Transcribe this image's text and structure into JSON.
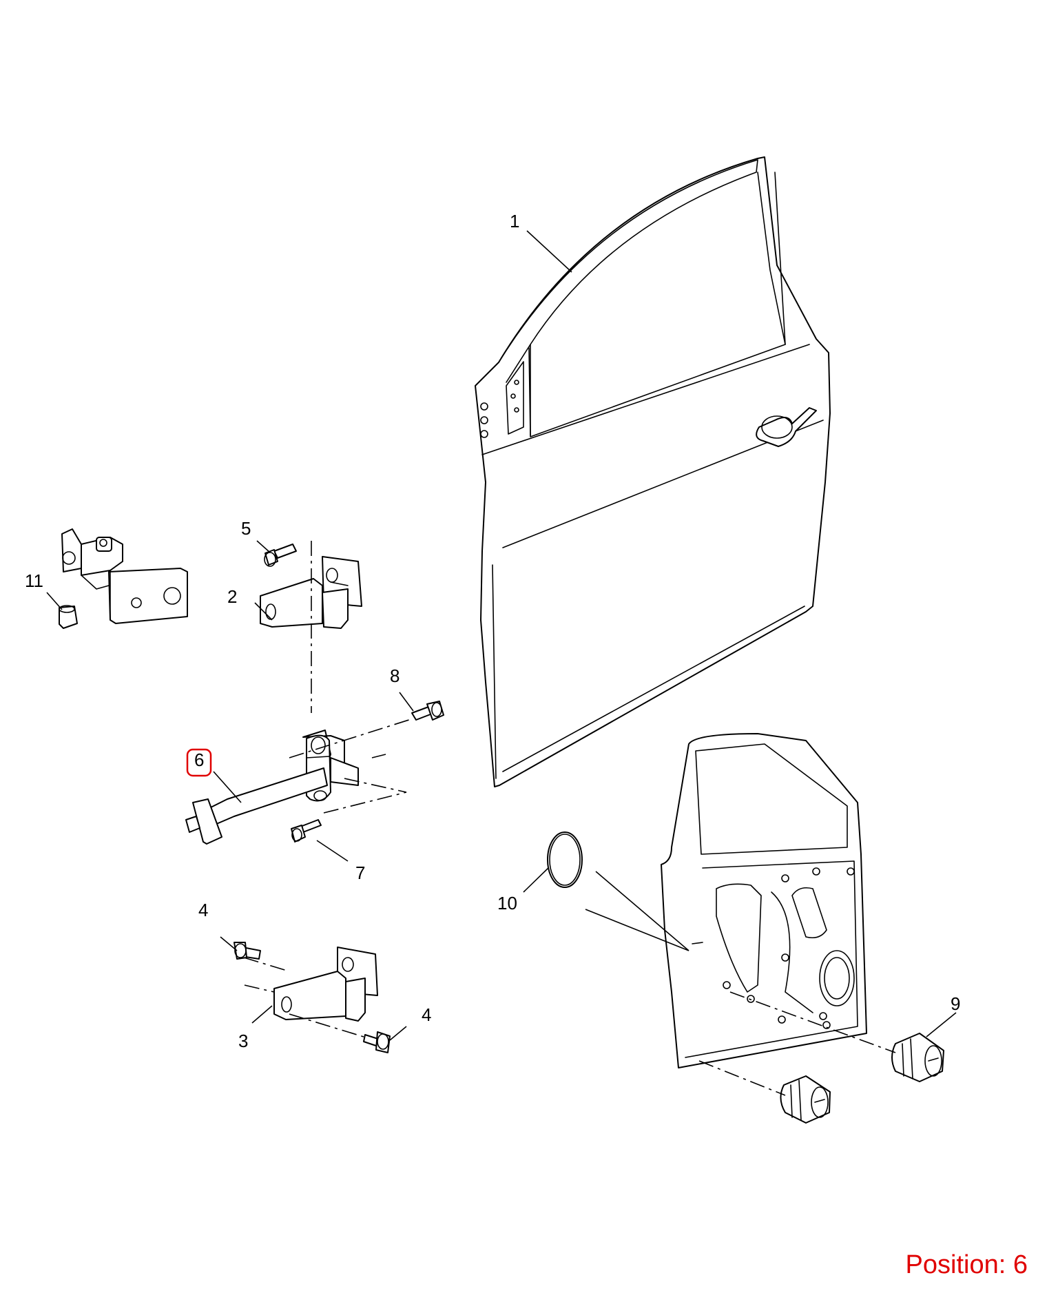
{
  "callouts": {
    "c1": "1",
    "c2": "2",
    "c3": "3",
    "c4a": "4",
    "c4b": "4",
    "c5": "5",
    "c6": "6",
    "c7": "7",
    "c8": "8",
    "c9": "9",
    "c10": "10",
    "c11": "11"
  },
  "highlighted_callout": "6",
  "position_label": "Position: 6",
  "colors": {
    "highlight": "#e00000",
    "line": "#000000",
    "background": "#ffffff"
  }
}
